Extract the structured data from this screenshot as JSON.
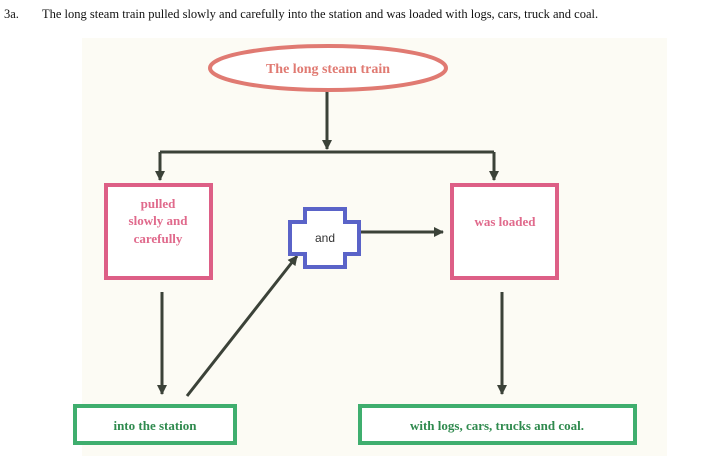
{
  "header": {
    "number": "3a.",
    "sentence": "The long steam train pulled slowly and carefully into the station and was loaded with logs, cars, truck and coal."
  },
  "diagram": {
    "subject": "The long steam train",
    "left_verb": [
      "pulled",
      "slowly and",
      "carefully"
    ],
    "conjunction": "and",
    "right_verb": "was loaded",
    "left_complement": "into the station",
    "right_complement": "with logs, cars, trucks and coal."
  },
  "colors": {
    "subject_border": "#e07a72",
    "subject_text": "#e07a72",
    "verb_border": "#dd5f86",
    "verb_text": "#e06a8c",
    "conjunction_border": "#5a63c8",
    "complement_border": "#3fae6e",
    "complement_text": "#2f8a4e",
    "arrow": "#3b4238",
    "panel_background": "#fcfbf4"
  }
}
